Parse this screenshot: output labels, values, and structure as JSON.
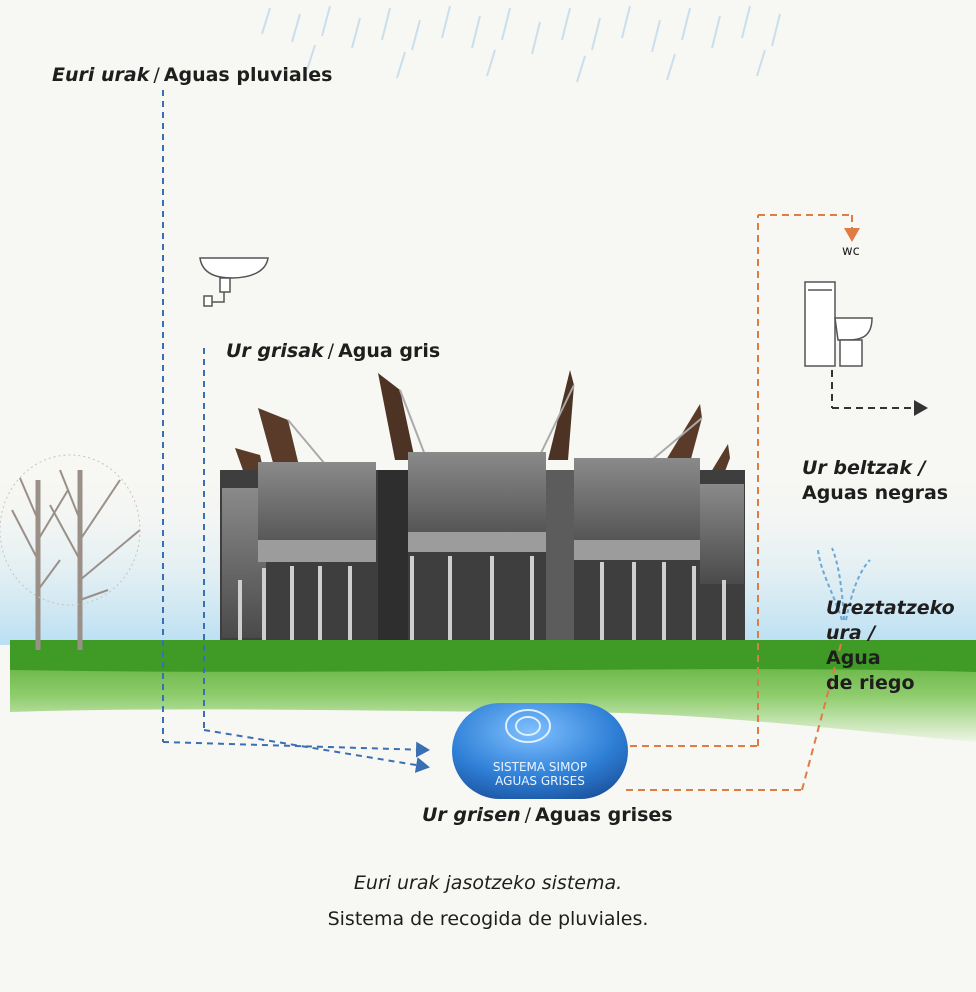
{
  "labels": {
    "rain": {
      "eu": "Euri urak",
      "sep": "/",
      "es": "Aguas pluviales"
    },
    "grey": {
      "eu": "Ur grisak",
      "sep": "/",
      "es": "Agua gris"
    },
    "wc": "wc",
    "black": {
      "eu": "Ur beltzak /",
      "es": "Aguas negras"
    },
    "irrigation": {
      "eu1": "Ureztatzeko",
      "eu2": "ura /",
      "es1": "Agua",
      "es2": "de riego"
    },
    "tank_label": {
      "eu": "Ur grisen",
      "sep": "/",
      "es": "Aguas grises"
    }
  },
  "tank": {
    "line1": "SISTEMA SIMOP",
    "line2": "AGUAS GRISES"
  },
  "caption": {
    "line1": "Euri urak jasotzeko sistema.",
    "line2": "Sistema de recogida de pluviales."
  },
  "colors": {
    "rain_line": "#3a6fb3",
    "grey_line": "#3a6fb3",
    "black_line": "#e07b43",
    "grass": "#5fb03a",
    "sky": "#bfe0f2",
    "tank": "#2e7fd6",
    "building": "#6b6b6b"
  }
}
